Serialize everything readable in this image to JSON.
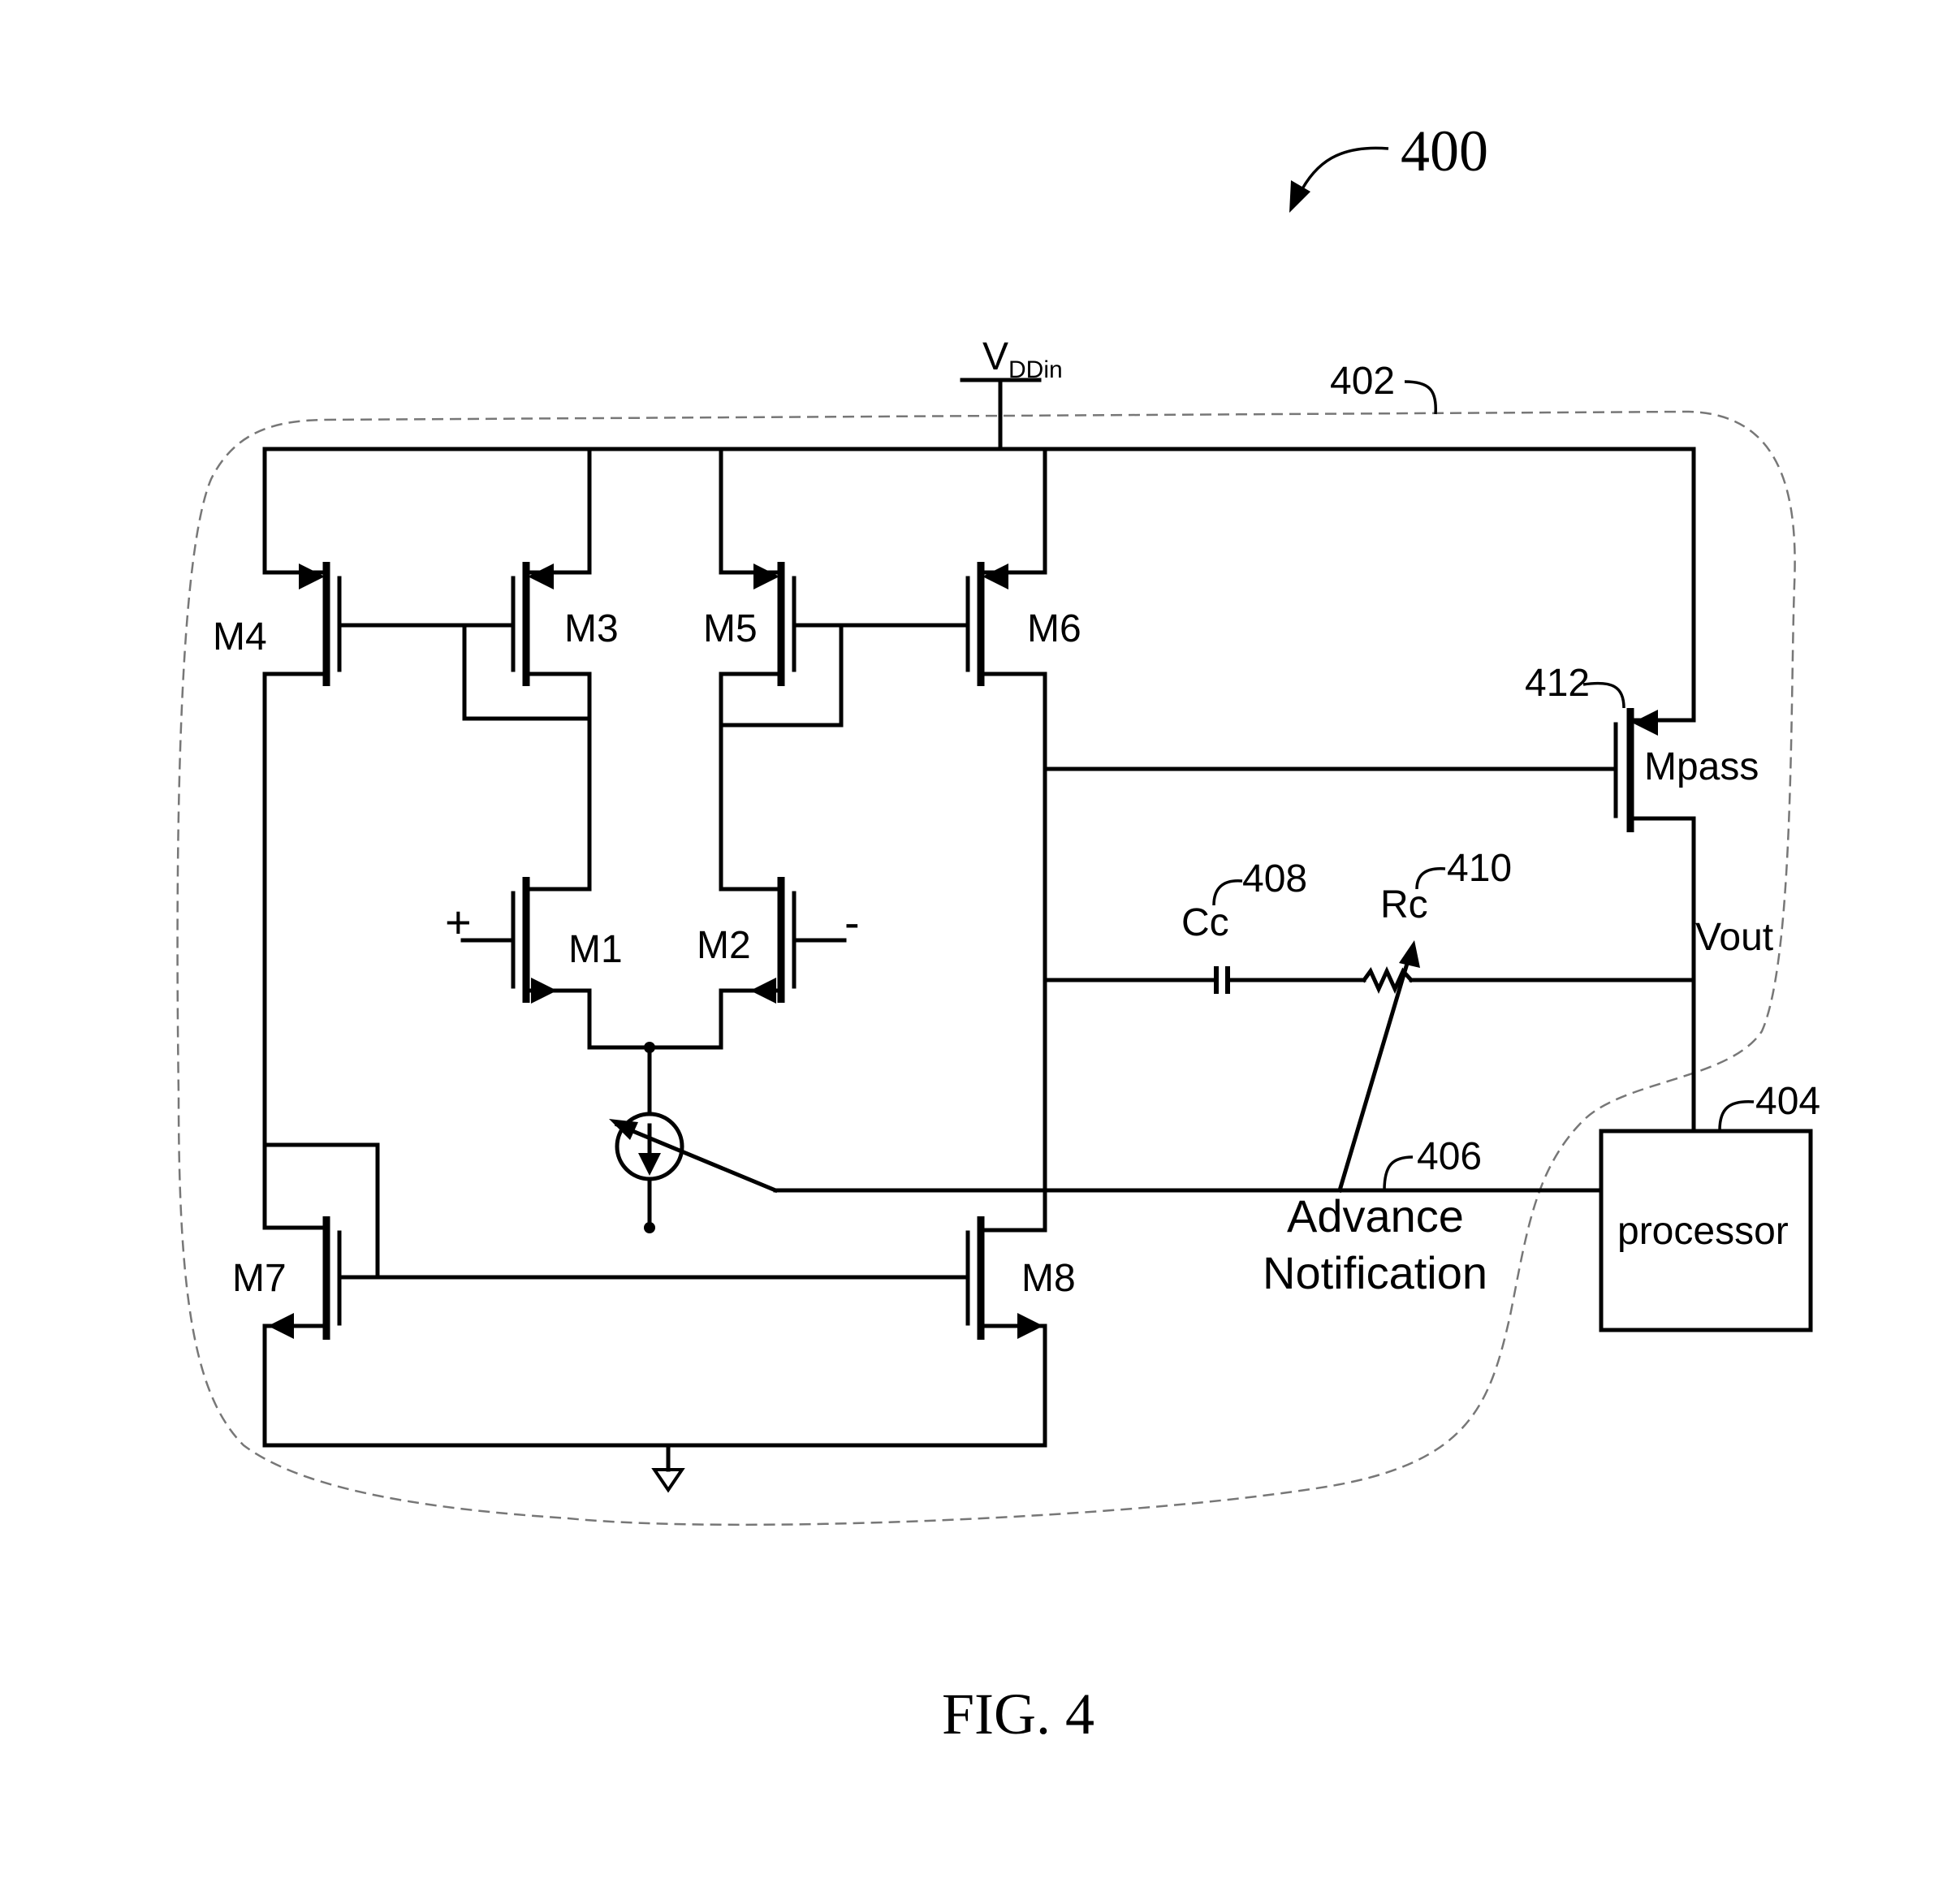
{
  "figure": {
    "number": "400",
    "caption": "FIG. 4"
  },
  "refs": {
    "region": "402",
    "processor": "404",
    "notification": "406",
    "capacitor": "408",
    "resistor": "410",
    "pass_transistor": "412"
  },
  "supply": {
    "v": "V",
    "sub": "DDin"
  },
  "transistors": {
    "m1": "M1",
    "m2": "M2",
    "m3": "M3",
    "m4": "M4",
    "m5": "M5",
    "m6": "M6",
    "m7": "M7",
    "m8": "M8",
    "mpass": "Mpass"
  },
  "inputs": {
    "plus": "+",
    "minus": "-"
  },
  "components": {
    "cc": "Cc",
    "rc": "Rc",
    "vout": "Vout",
    "processor": "processor"
  },
  "notification": {
    "line1": "Advance",
    "line2": "Notification"
  }
}
